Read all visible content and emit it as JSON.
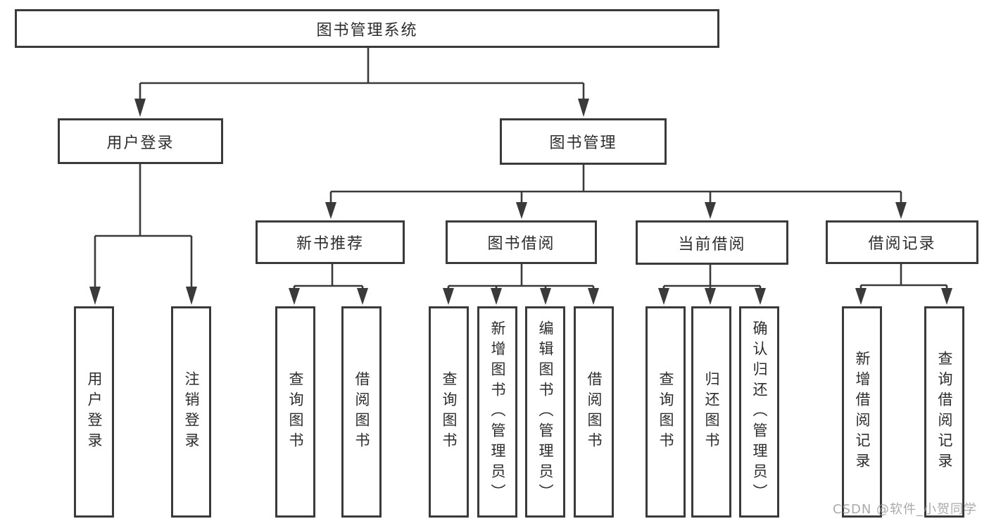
{
  "tree": {
    "root": {
      "label": "图书管理系统"
    },
    "login": {
      "label": "用户登录",
      "children": [
        {
          "label": "用户登录"
        },
        {
          "label": "注销登录"
        }
      ]
    },
    "management": {
      "label": "图书管理",
      "children": [
        {
          "label": "新书推荐",
          "children": [
            {
              "label": "查询图书"
            },
            {
              "label": "借阅图书"
            }
          ]
        },
        {
          "label": "图书借阅",
          "children": [
            {
              "label": "查询图书"
            },
            {
              "label": "新增图书（管理员）"
            },
            {
              "label": "编辑图书（管理员）"
            },
            {
              "label": "借阅图书"
            }
          ]
        },
        {
          "label": "当前借阅",
          "children": [
            {
              "label": "查询图书"
            },
            {
              "label": "归还图书"
            },
            {
              "label": "确认归还（管理员）"
            }
          ]
        },
        {
          "label": "借阅记录",
          "children": [
            {
              "label": "新增借阅记录"
            },
            {
              "label": "查询借阅记录"
            }
          ]
        }
      ]
    }
  },
  "watermark": "CSDN @软件_小贺同学",
  "colors": {
    "line": "#3a3a3a",
    "text": "#2d2d2d",
    "watermark": "#9c9c9c",
    "background": "#ffffff"
  }
}
